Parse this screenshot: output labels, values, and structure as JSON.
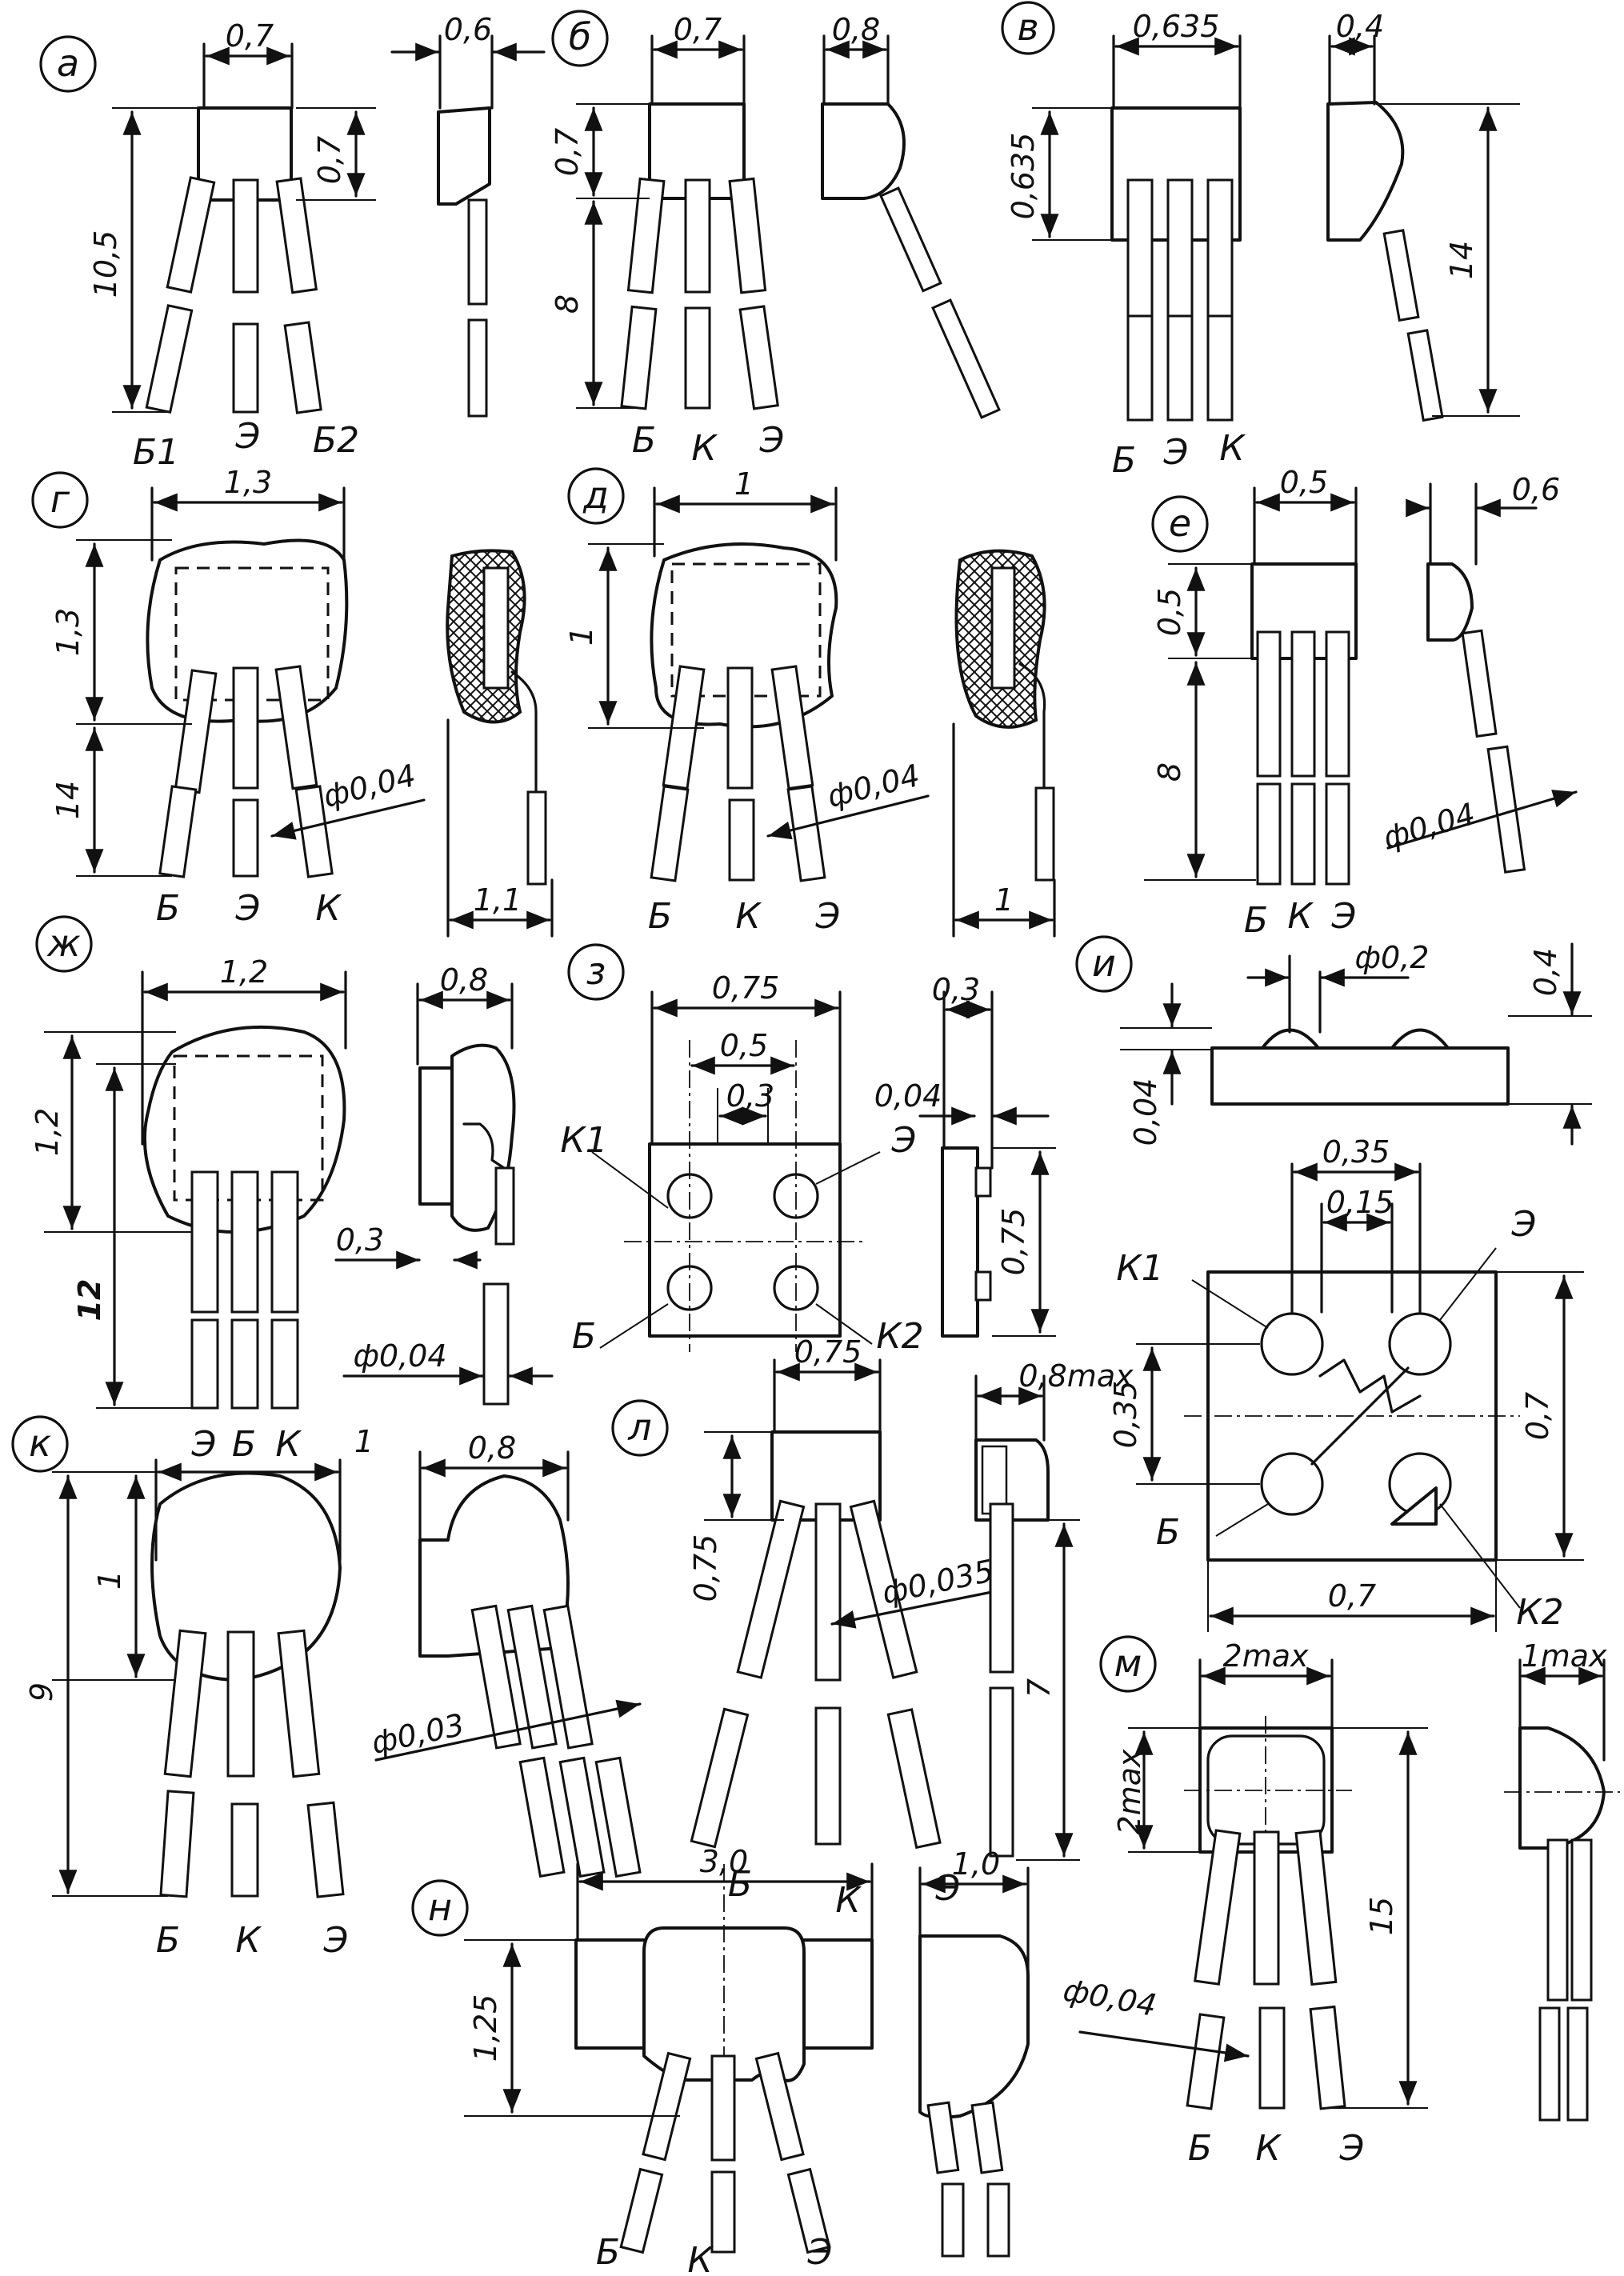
{
  "variants": [
    {
      "letter": "а",
      "dims": [
        "0,7",
        "0,6",
        "0,7",
        "10,5"
      ],
      "pins": [
        "Б1",
        "Э",
        "Б2"
      ]
    },
    {
      "letter": "б",
      "dims": [
        "0,7",
        "0,8",
        "0,7",
        "8"
      ],
      "pins": [
        "Б",
        "К",
        "Э"
      ]
    },
    {
      "letter": "в",
      "dims": [
        "0,635",
        "0,4",
        "0,635",
        "14"
      ],
      "pins": [
        "Б",
        "Э",
        "К"
      ]
    },
    {
      "letter": "г",
      "dims": [
        "1,3",
        "1,3",
        "14",
        "ф0,04",
        "1,1"
      ],
      "pins": [
        "Б",
        "Э",
        "К"
      ]
    },
    {
      "letter": "д",
      "dims": [
        "1",
        "1",
        "ф0,04",
        "1"
      ],
      "pins": [
        "Б",
        "К",
        "Э"
      ]
    },
    {
      "letter": "е",
      "dims": [
        "0,5",
        "0,6",
        "0,5",
        "8",
        "ф0,04"
      ],
      "pins": [
        "Б",
        "К",
        "Э"
      ]
    },
    {
      "letter": "ж",
      "dims": [
        "1,2",
        "0,8",
        "1,2",
        "12",
        "0,3",
        "ф0,04"
      ],
      "pins": [
        "Э",
        "Б",
        "К"
      ]
    },
    {
      "letter": "з",
      "dims": [
        "0,75",
        "0,5",
        "0,3",
        "0,3",
        "0,04",
        "0,75"
      ],
      "pins": [
        "К1",
        "Э",
        "Б",
        "К2"
      ]
    },
    {
      "letter": "и",
      "dims": [
        "ф0,2",
        "0,4",
        "0,04",
        "0,35",
        "0,15",
        "0,35",
        "0,7",
        "0,7"
      ],
      "pins": [
        "К1",
        "Э",
        "Б",
        "К2"
      ]
    },
    {
      "letter": "к",
      "dims": [
        "1",
        "0,8",
        "1",
        "9",
        "ф0,03"
      ],
      "pins": [
        "Б",
        "К",
        "Э"
      ]
    },
    {
      "letter": "л",
      "dims": [
        "0,75",
        "0,8max",
        "0,75",
        "ф0,035",
        "7"
      ],
      "pins": [
        "Б",
        "К",
        "Э"
      ]
    },
    {
      "letter": "м",
      "dims": [
        "2max",
        "1max",
        "2max",
        "15",
        "ф0,04"
      ],
      "pins": [
        "Б",
        "К",
        "Э"
      ]
    },
    {
      "letter": "н",
      "dims": [
        "3,0",
        "1,0",
        "1,25"
      ],
      "pins": [
        "Б",
        "К",
        "Э"
      ]
    }
  ]
}
